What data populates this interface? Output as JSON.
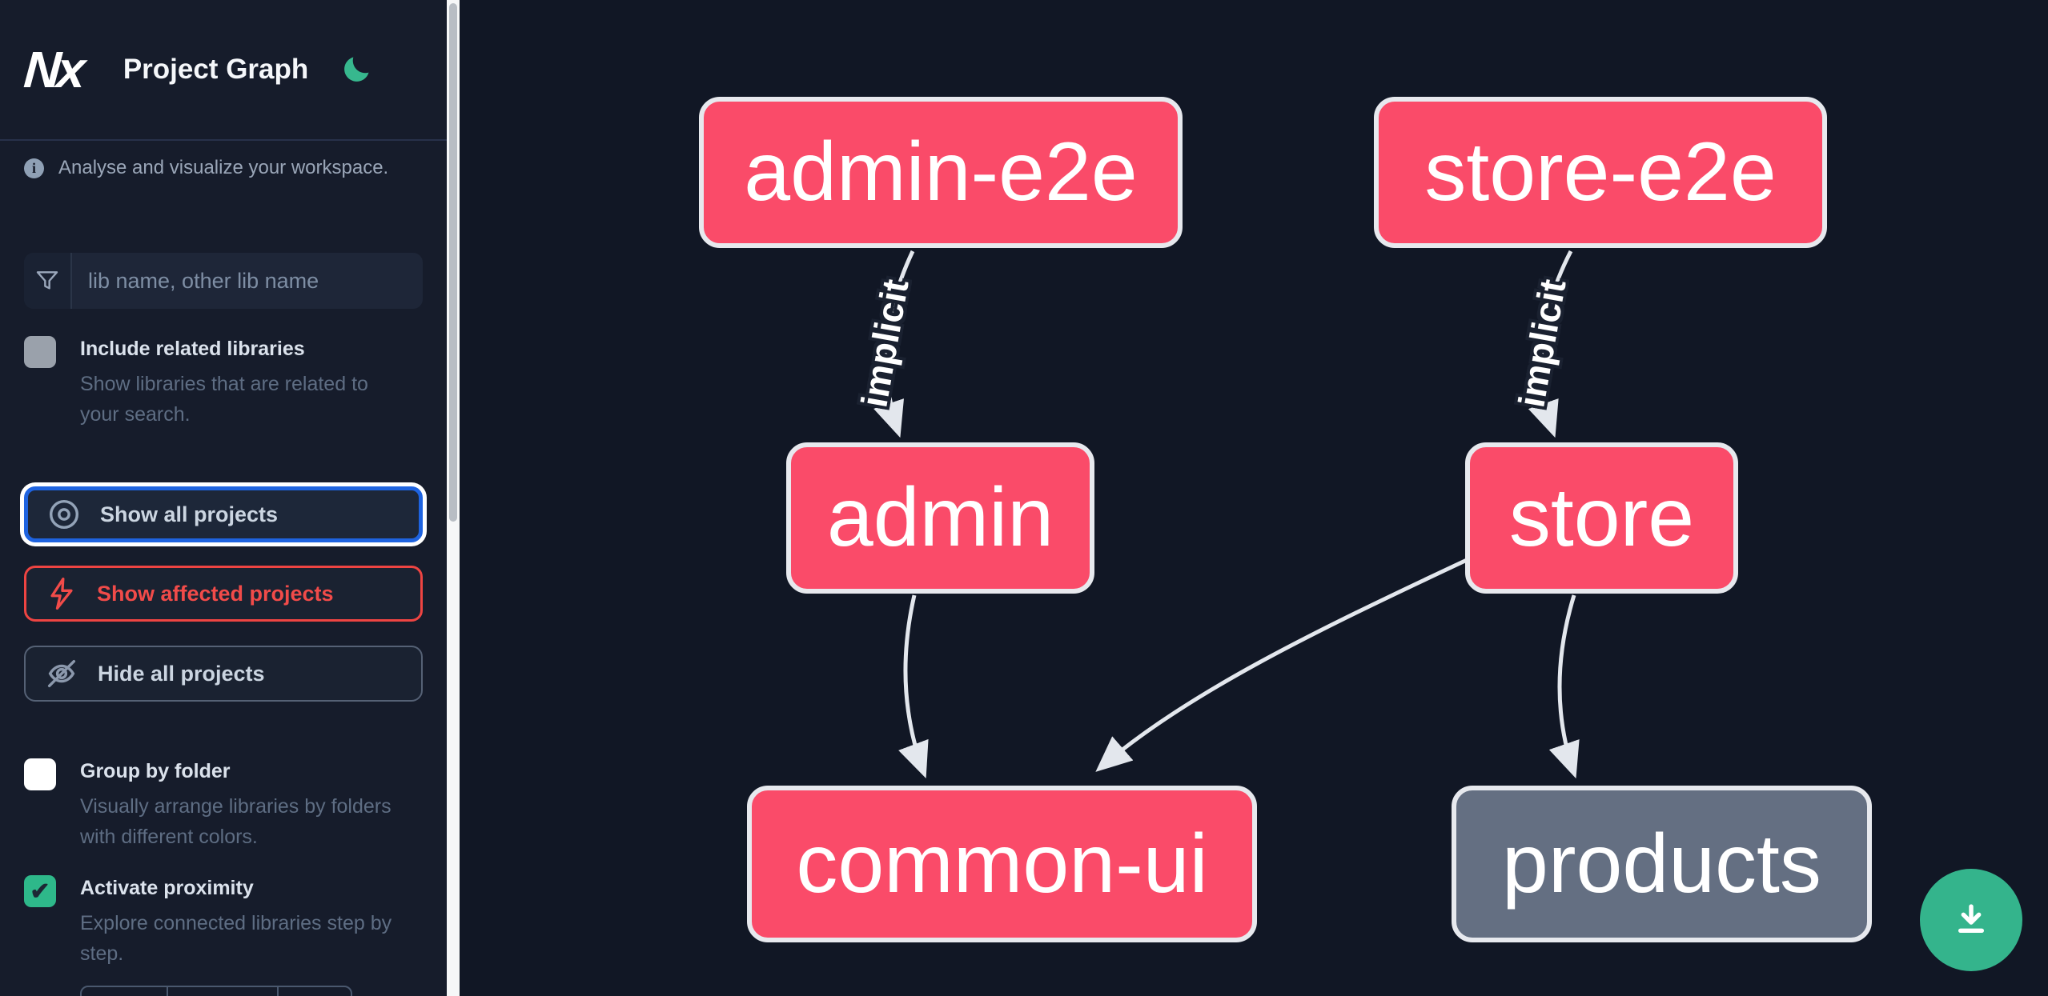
{
  "header": {
    "logo_text": "Nx",
    "title": "Project Graph",
    "theme_icon": "moon-icon",
    "theme_color": "#37b88e"
  },
  "sidebar": {
    "tagline": "Analyse and visualize your workspace.",
    "search": {
      "value": "",
      "placeholder": "lib name, other lib name",
      "icon": "filter-funnel-icon"
    },
    "toggles": [
      {
        "label": "Include related libraries",
        "description": "Show libraries that are related to your search.",
        "state": "disabled",
        "checked": false
      },
      {
        "label": "Group by folder",
        "description": "Visually arrange libraries by folders with different colors.",
        "state": "unchecked",
        "checked": false
      },
      {
        "label": "Activate proximity",
        "description": "Explore connected libraries step by step.",
        "state": "checked",
        "checked": true
      }
    ],
    "actions": [
      {
        "label": "Show all projects",
        "icon": "eye-icon",
        "accent": "#1e63e0",
        "focused": true
      },
      {
        "label": "Show affected projects",
        "icon": "lightning-bolt-icon",
        "accent": "#ee4442",
        "focused": false
      },
      {
        "label": "Hide all projects",
        "icon": "eye-off-icon",
        "accent": "#556175",
        "focused": false
      }
    ]
  },
  "graph": {
    "type": "dependency-graph",
    "nodes": [
      {
        "id": "admin-e2e",
        "label": "admin-e2e",
        "status": "affected",
        "color": "#fa4b69"
      },
      {
        "id": "store-e2e",
        "label": "store-e2e",
        "status": "affected",
        "color": "#fa4b69"
      },
      {
        "id": "admin",
        "label": "admin",
        "status": "affected",
        "color": "#fa4b69"
      },
      {
        "id": "store",
        "label": "store",
        "status": "affected",
        "color": "#fa4b69"
      },
      {
        "id": "common-ui",
        "label": "common-ui",
        "status": "affected",
        "color": "#fa4b69"
      },
      {
        "id": "products",
        "label": "products",
        "status": "unaffected",
        "color": "#646f82"
      }
    ],
    "edges": [
      {
        "source": "admin-e2e",
        "target": "admin",
        "label": "implicit"
      },
      {
        "source": "store-e2e",
        "target": "store",
        "label": "implicit"
      },
      {
        "source": "admin",
        "target": "common-ui",
        "label": ""
      },
      {
        "source": "store",
        "target": "common-ui",
        "label": ""
      },
      {
        "source": "store",
        "target": "products",
        "label": ""
      }
    ],
    "edge_color": "#e3e7ed",
    "background": "#111725"
  },
  "fab": {
    "icon": "download-icon",
    "color": "#34b48c"
  }
}
